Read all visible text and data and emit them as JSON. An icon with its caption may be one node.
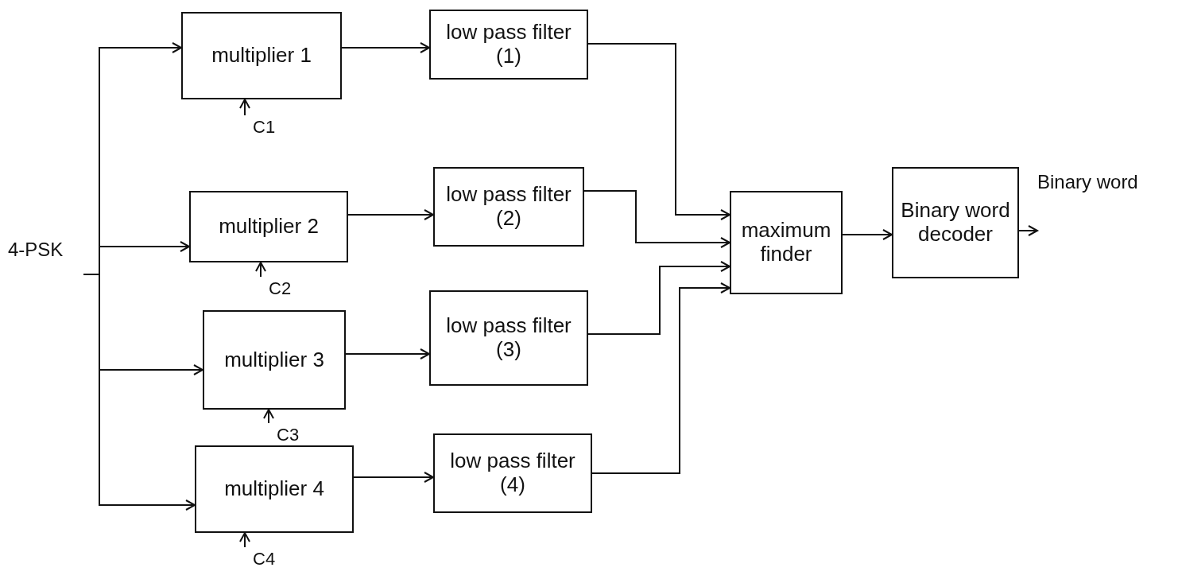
{
  "diagram": {
    "nodes": [
      {
        "text": [
          "4-PSK"
        ]
      },
      {
        "text": [
          "multiplier 1"
        ]
      },
      {
        "text": [
          "low pass filter (1)"
        ]
      },
      {
        "text": [
          "multiplier 2"
        ]
      },
      {
        "text": [
          "low pass filter (2)"
        ]
      },
      {
        "text": [
          "multiplier 3"
        ]
      },
      {
        "text": [
          "low pass filter (3)"
        ]
      },
      {
        "text": [
          "multiplier 4"
        ]
      },
      {
        "text": [
          "low pass filter (4)"
        ]
      },
      {
        "text": [
          "maximum finder"
        ]
      },
      {
        "text": [
          "Binary word decoder"
        ]
      },
      {
        "text": [
          "Binary word"
        ]
      },
      {
        "text": [
          "C1"
        ]
      },
      {
        "text": [
          "C2"
        ]
      },
      {
        "text": [
          "C3"
        ]
      },
      {
        "text": [
          "C4"
        ]
      }
    ],
    "edges": [
      {
        "from": 0,
        "to": 1,
        "arrow": "to"
      },
      {
        "from": 0,
        "to": 3,
        "arrow": "to"
      },
      {
        "from": 0,
        "to": 5,
        "arrow": "to"
      },
      {
        "from": 0,
        "to": 7,
        "arrow": "to"
      },
      {
        "from": 1,
        "to": 2,
        "arrow": "to"
      },
      {
        "from": 3,
        "to": 4,
        "arrow": "to"
      },
      {
        "from": 5,
        "to": 6,
        "arrow": "to"
      },
      {
        "from": 7,
        "to": 8,
        "arrow": "to"
      },
      {
        "from": 2,
        "to": 9,
        "arrow": "to"
      },
      {
        "from": 4,
        "to": 9,
        "arrow": "to"
      },
      {
        "from": 6,
        "to": 9,
        "arrow": "to"
      },
      {
        "from": 8,
        "to": 9,
        "arrow": "to"
      },
      {
        "from": 9,
        "to": 10,
        "arrow": "to"
      },
      {
        "from": 10,
        "to": 11,
        "arrow": "to"
      },
      {
        "from": 12,
        "to": 1,
        "arrow": "to"
      },
      {
        "from": 13,
        "to": 3,
        "arrow": "to"
      },
      {
        "from": 14,
        "to": 5,
        "arrow": "to"
      },
      {
        "from": 15,
        "to": 7,
        "arrow": "to"
      }
    ]
  }
}
